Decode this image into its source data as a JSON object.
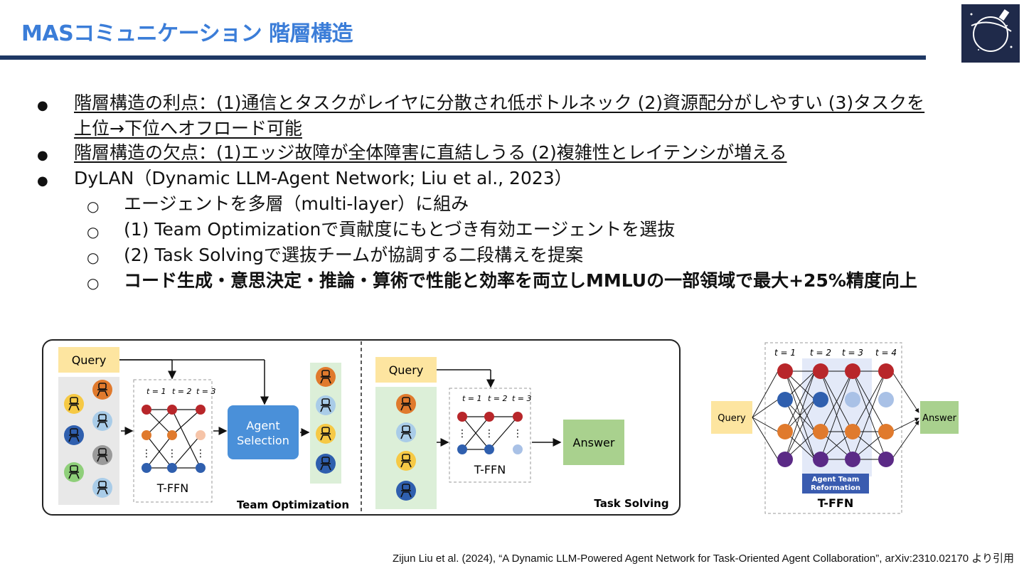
{
  "title": "MASコミュニケーション 階層構造",
  "bullets": [
    {
      "level": 1,
      "underline": true,
      "text": "階層構造の利点：(1)通信とタスクがレイヤに分散され低ボトルネック (2)資源配分がしやすい (3)タスクを"
    },
    {
      "level": 1,
      "underline": true,
      "continuation": true,
      "text": "上位→下位へオフロード可能"
    },
    {
      "level": 1,
      "underline": true,
      "text": "階層構造の欠点：(1)エッジ故障が全体障害に直結しうる (2)複雑性とレイテンシが増える"
    },
    {
      "level": 1,
      "underline": false,
      "text": "DyLAN（Dynamic LLM-Agent Network; Liu et al., 2023）"
    },
    {
      "level": 2,
      "text": "エージェントを多層（multi-layer）に組み"
    },
    {
      "level": 2,
      "text": "(1) Team Optimizationで貢献度にもとづき有効エージェントを選抜"
    },
    {
      "level": 2,
      "text": "(2) Task Solvingで選抜チームが協調する二段構えを提案"
    },
    {
      "level": 2,
      "text": "コード生成・意思決定・推論・算術で性能と効率を両立しMMLUの一部領域で最大+25%精度向上"
    }
  ],
  "diagram_left": {
    "query": "Query",
    "t_labels": [
      "t = 1",
      "t = 2",
      "t = 3"
    ],
    "tffn": "T-FFN",
    "agent_selection_line1": "Agent",
    "agent_selection_line2": "Selection",
    "team_optimization": "Team Optimization",
    "query2": "Query",
    "t_labels2": [
      "t = 1",
      "t = 2",
      "t = 3"
    ],
    "tffn2": "T-FFN",
    "answer": "Answer",
    "task_solving": "Task Solving"
  },
  "diagram_right": {
    "t_labels": [
      "t = 1",
      "t = 2",
      "t = 3",
      "t = 4"
    ],
    "query": "Query",
    "answer": "Answer",
    "reform_line1": "Agent Team",
    "reform_line2": "Reformation",
    "tffn": "T-FFN"
  },
  "citation": "Zijun Liu et al. (2024), “A Dynamic LLM-Powered Agent Network for Task-Oriented Agent Collaboration”, arXiv:2310.02170 より引用",
  "colors": {
    "title": "#3b7dd8",
    "rule": "#1f3864",
    "red": "#b8262a",
    "blue": "#2f5fae",
    "orange": "#e07a2d",
    "purple": "#5b2a86",
    "query": "#fde5a0",
    "answer": "#a9d18e",
    "agent": "#4a90d9"
  }
}
